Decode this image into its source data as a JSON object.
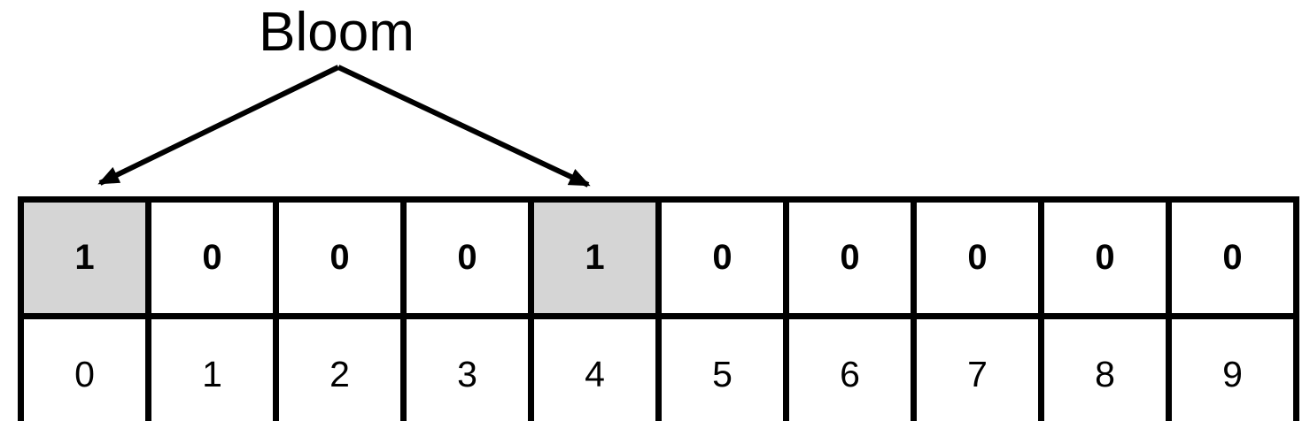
{
  "title": "Bloom",
  "colors": {
    "background": "#ffffff",
    "border": "#000000",
    "highlight_fill": "#d5d5d5",
    "text": "#000000"
  },
  "bloom_filter": {
    "bits": [
      "1",
      "0",
      "0",
      "0",
      "1",
      "0",
      "0",
      "0",
      "0",
      "0"
    ],
    "indices": [
      "0",
      "1",
      "2",
      "3",
      "4",
      "5",
      "6",
      "7",
      "8",
      "9"
    ],
    "highlighted_indices": [
      0,
      4
    ]
  }
}
